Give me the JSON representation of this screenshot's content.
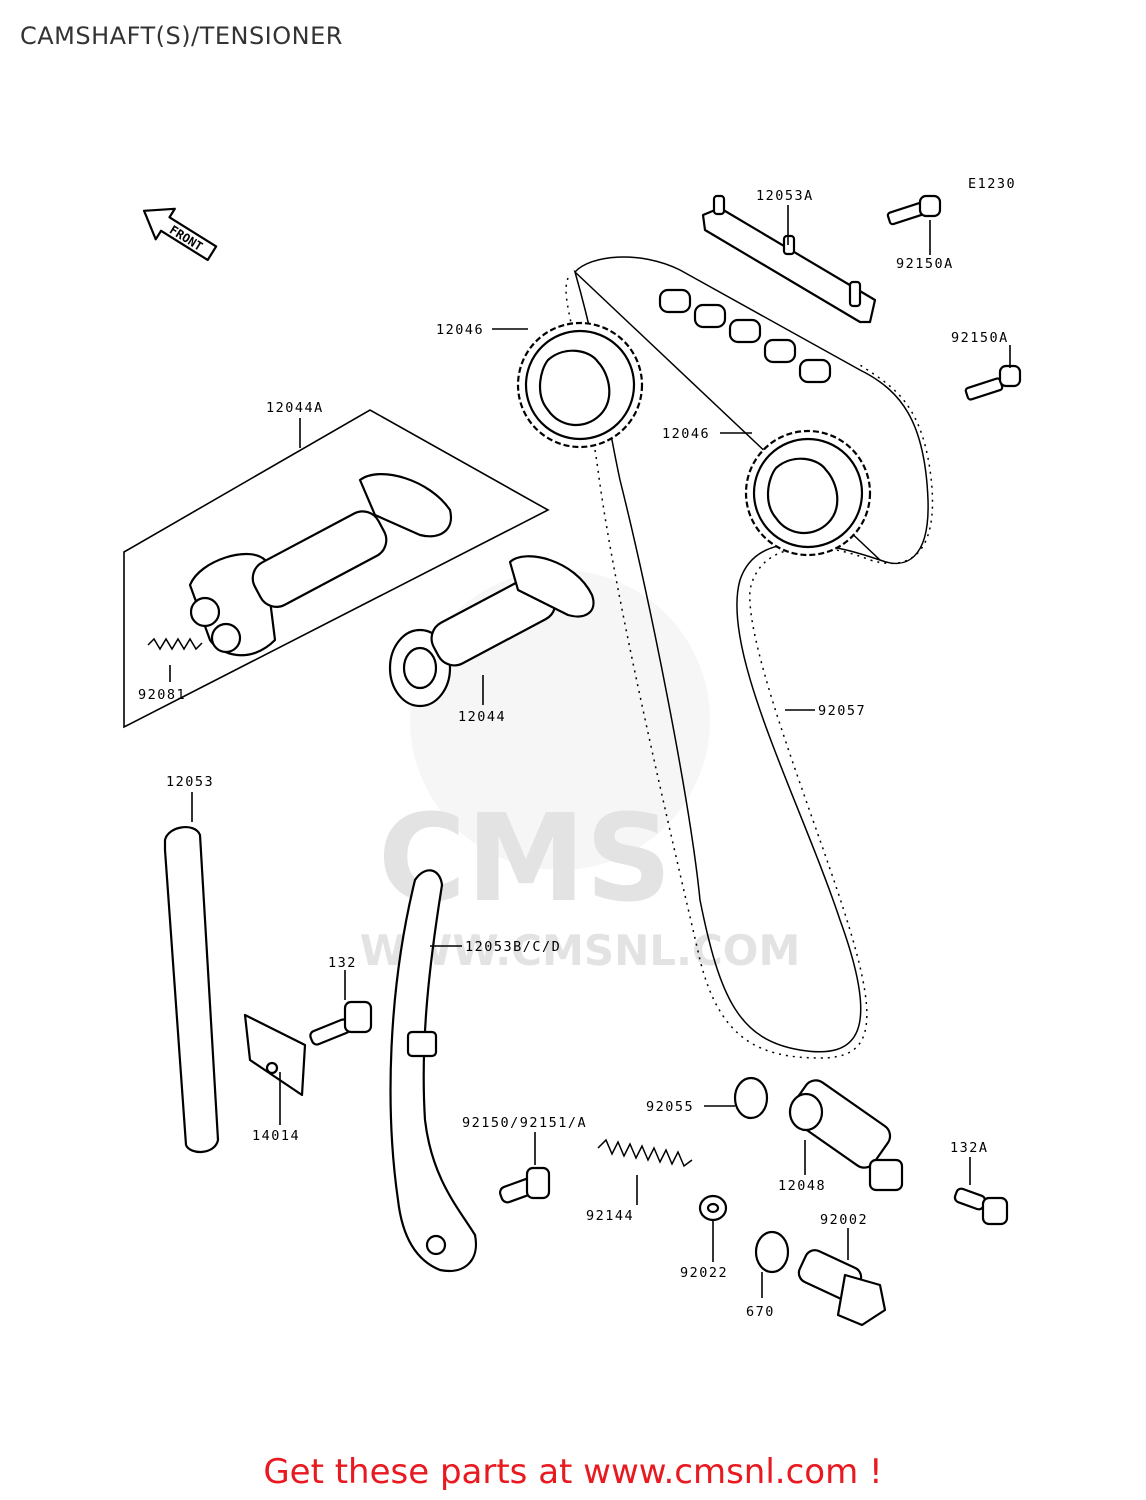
{
  "title": "CAMSHAFT(S)/TENSIONER",
  "diagram_code": "E1230",
  "front_arrow_label": "FRONT",
  "watermark": {
    "logo_text": "CMS",
    "url_text": "WWW.CMSNL.COM"
  },
  "callouts": {
    "p12053A": "12053A",
    "p92150A_top": "92150A",
    "p92150A_right": "92150A",
    "p12046_left": "12046",
    "p12046_right": "12046",
    "p12044A": "12044A",
    "p92081": "92081",
    "p12044": "12044",
    "p92057": "92057",
    "p12053": "12053",
    "p12053BCD": "12053B/C/D",
    "p132": "132",
    "p14014": "14014",
    "p92055": "92055",
    "p92150_92151A": "92150/92151/A",
    "p12048": "12048",
    "p132A": "132A",
    "p92144": "92144",
    "p92002": "92002",
    "p92022": "92022",
    "p670": "670"
  },
  "footer": {
    "text": "Get these parts at www.cmsnl.com !",
    "color": "#e8191f"
  }
}
